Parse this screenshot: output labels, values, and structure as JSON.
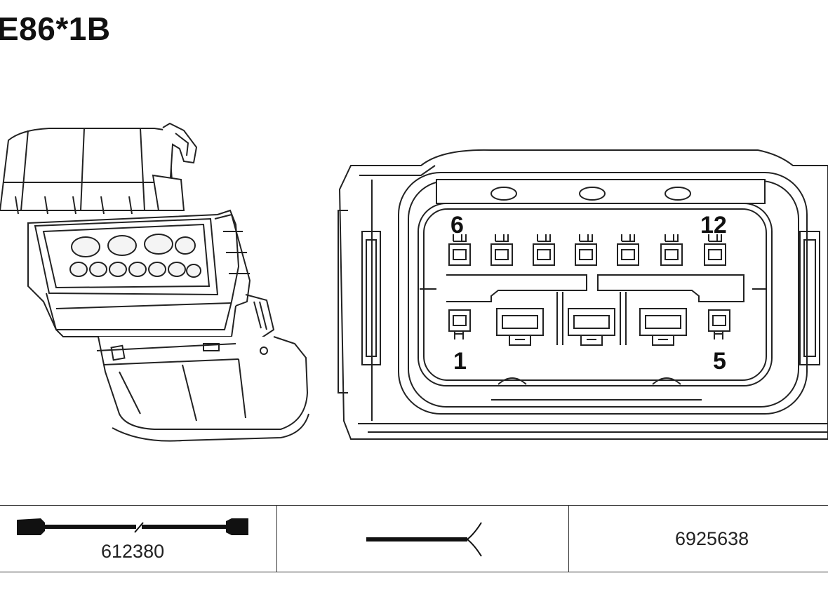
{
  "title": "E86*1B",
  "pin_labels": {
    "top_left": "6",
    "top_right": "12",
    "bottom_left": "1",
    "bottom_right": "5"
  },
  "table": {
    "cell1_text": "612380",
    "cell3_text": "6925638"
  },
  "icons": {
    "cell1": "cable-with-terminals-icon",
    "cell2": "wire-splice-icon"
  }
}
